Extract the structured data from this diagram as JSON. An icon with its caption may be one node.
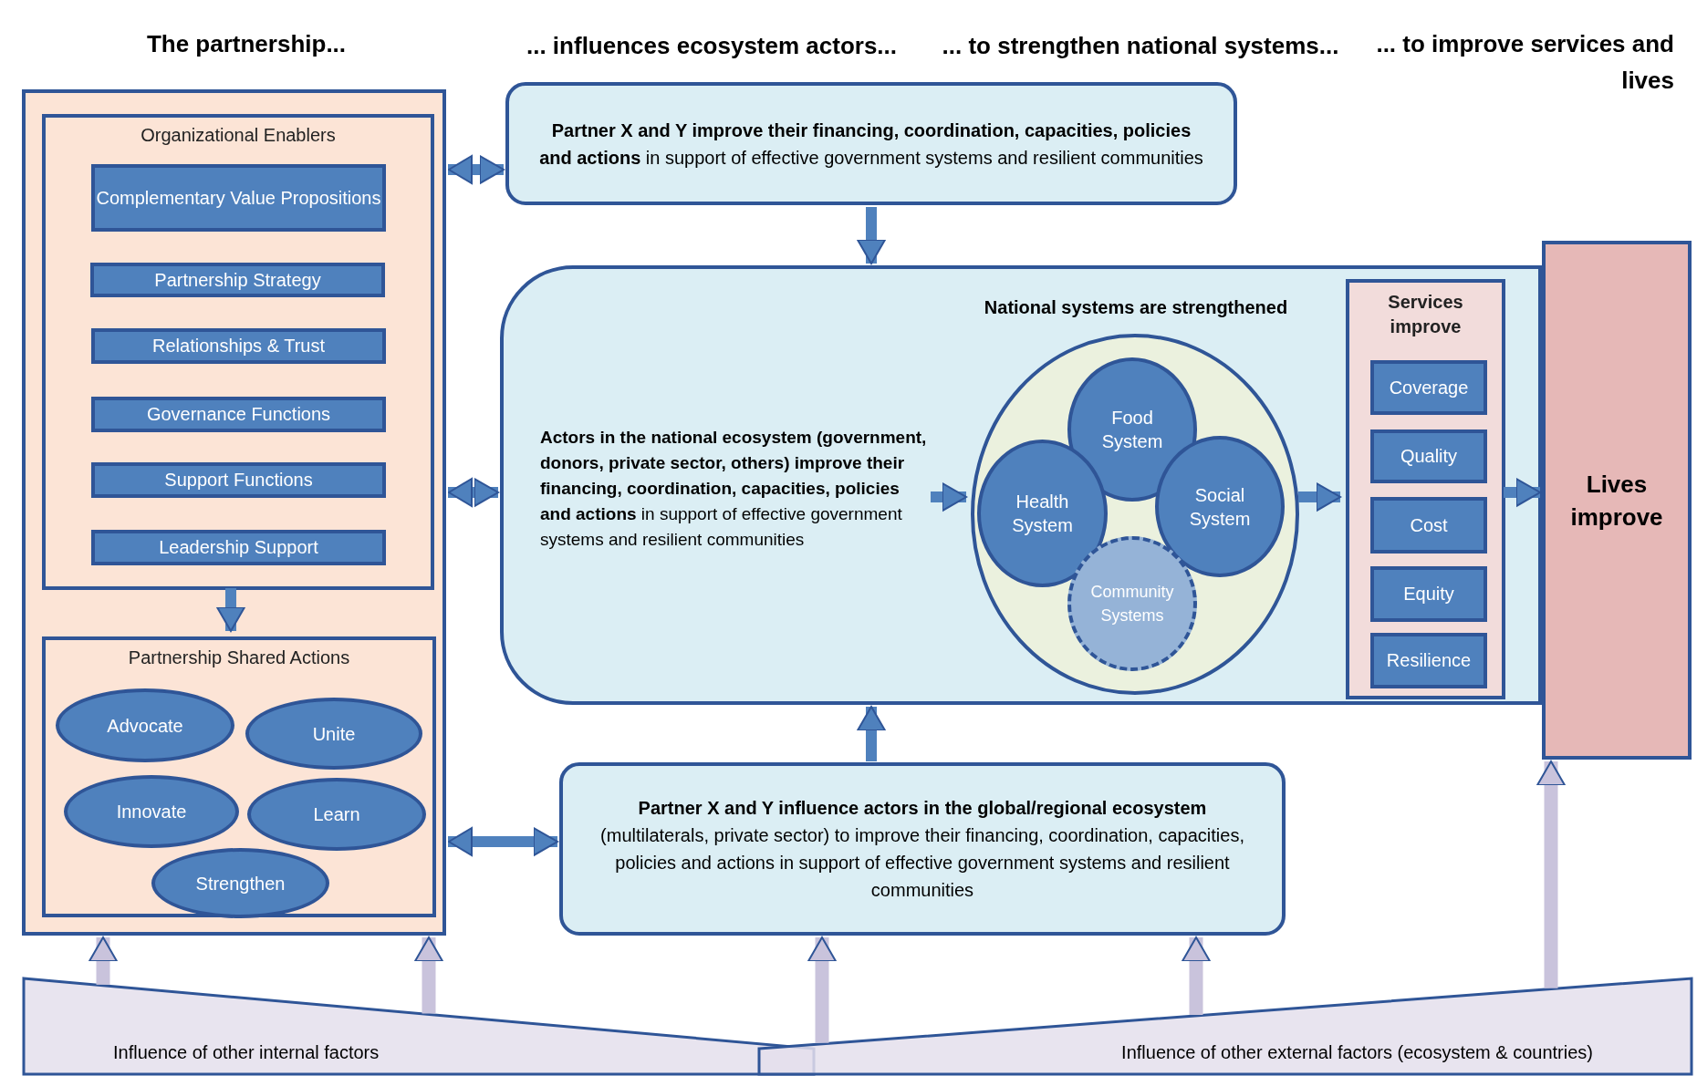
{
  "diagram": {
    "nodes": [
      {
        "text": [],
        "shape": "box"
      },
      {
        "text": [
          "Organizational Enablers"
        ],
        "in": 0
      },
      {
        "text": [
          "Complementary Value Propositions"
        ],
        "in": 1
      },
      {
        "text": [
          "Partnership Strategy"
        ],
        "in": 1
      },
      {
        "text": [
          "Relationships & Trust"
        ],
        "in": 1
      },
      {
        "text": [
          "Governance Functions"
        ],
        "in": 1
      },
      {
        "text": [
          "Support Functions"
        ],
        "in": 1
      },
      {
        "text": [
          "Leadership Support"
        ],
        "in": 1
      },
      {
        "text": [
          "Partnership Shared Actions"
        ],
        "in": 0
      },
      {
        "text": [
          "Advocate"
        ],
        "in": 8
      },
      {
        "text": [
          "Unite"
        ],
        "in": 8
      },
      {
        "text": [
          "Innovate"
        ],
        "in": 8
      },
      {
        "text": [
          "Learn"
        ],
        "in": 8
      },
      {
        "text": [
          "Strengthen"
        ],
        "in": 8
      },
      {
        "text": [
          "**Partner X and Y improve their financing, coordination, capacities, policies and actions** in support of effective government systems and resilient communities"
        ]
      },
      {
        "text": [],
        "shape": "box"
      },
      {
        "text": [
          "**Actors in the national ecosystem (government, donors, private sector, others) improve their financing, coordination, capacities, policies and actions** in support of effective government systems and resilient communities"
        ],
        "in": 15
      },
      {
        "text": [
          "National systems are strengthened"
        ],
        "in": 15
      },
      {
        "text": [
          "Food System"
        ],
        "in": 17
      },
      {
        "text": [
          "Health System"
        ],
        "in": 17
      },
      {
        "text": [
          "Social System"
        ],
        "in": 17
      },
      {
        "text": [
          "Community Systems"
        ],
        "in": 17
      },
      {
        "text": [
          "Services improve"
        ],
        "in": 15
      },
      {
        "text": [
          "Coverage"
        ],
        "in": 22
      },
      {
        "text": [
          "Quality"
        ],
        "in": 22
      },
      {
        "text": [
          "Cost"
        ],
        "in": 22
      },
      {
        "text": [
          "Equity"
        ],
        "in": 22
      },
      {
        "text": [
          "Resilience"
        ],
        "in": 22
      },
      {
        "text": [
          "Lives improve"
        ]
      },
      {
        "text": [
          "**Partner X and Y influence actors in the global/regional ecosystem** (multilaterals, private sector) to improve their financing, coordination, capacities, policies and actions in support of effective government systems and resilient communities"
        ]
      },
      {
        "text": [
          "Influence of other internal factors"
        ]
      },
      {
        "text": [
          "Influence of other external factors (ecosystem & countries)"
        ]
      }
    ],
    "edges": [
      {
        "from": 0,
        "to": 14,
        "arrow": "both"
      },
      {
        "from": 0,
        "to": 15,
        "arrow": "both"
      },
      {
        "from": 0,
        "to": 29,
        "arrow": "both"
      },
      {
        "from": 1,
        "to": 8,
        "arrow": "to"
      },
      {
        "from": 14,
        "to": 15,
        "arrow": "to"
      },
      {
        "from": 29,
        "to": 15,
        "arrow": "to"
      },
      {
        "from": 16,
        "to": 17,
        "arrow": "to"
      },
      {
        "from": 17,
        "to": 22,
        "arrow": "to"
      },
      {
        "from": 22,
        "to": 28,
        "arrow": "to"
      },
      {
        "from": 30,
        "to": 0,
        "arrow": "to",
        "color": "#c9c3dc"
      },
      {
        "from": 30,
        "to": 0,
        "arrow": "to",
        "color": "#c9c3dc"
      },
      {
        "from": 31,
        "to": 29,
        "arrow": "to",
        "color": "#c9c3dc"
      },
      {
        "from": 31,
        "to": 29,
        "arrow": "to",
        "color": "#c9c3dc"
      },
      {
        "from": 31,
        "to": 28,
        "arrow": "to",
        "color": "#c9c3dc"
      }
    ],
    "labels": [
      "The partnership...",
      "... influences ecosystem actors...",
      "... to strengthen national systems...",
      "... to improve services and lives"
    ]
  }
}
